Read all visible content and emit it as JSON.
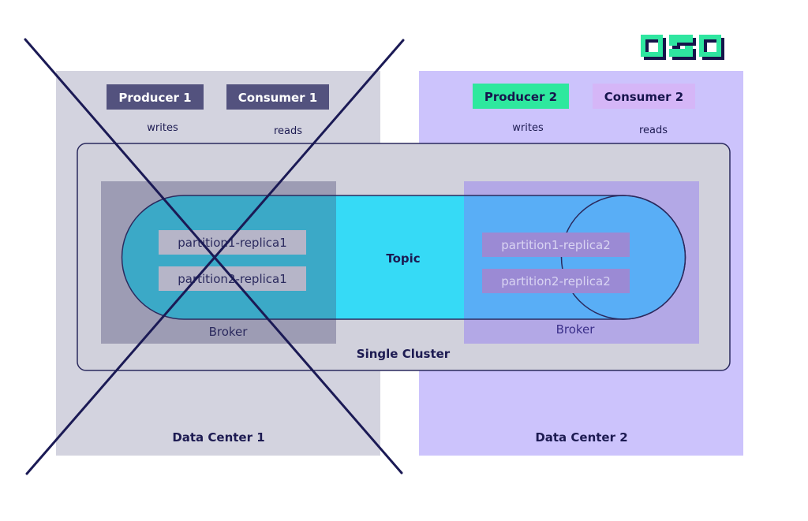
{
  "logo": {
    "text": "OSO",
    "colors": {
      "top": "#2fe6a0",
      "shadow": "#16144a"
    }
  },
  "data_centers": [
    {
      "label": "Data Center 1",
      "status": "failed",
      "producer": {
        "label": "Producer 1",
        "action": "writes"
      },
      "consumer": {
        "label": "Consumer 1",
        "action": "reads"
      },
      "broker": {
        "label": "Broker",
        "partitions": [
          "partition1-replica1",
          "partition2-replica1"
        ]
      },
      "colors": {
        "background": "#d3d3df",
        "client_box": "#53527e",
        "client_text": "#ffffff",
        "broker": "#9d9cb4",
        "partition_box": "#b6b5c8",
        "partition_text": "#2b2a5e"
      }
    },
    {
      "label": "Data Center 2",
      "status": "active",
      "producer": {
        "label": "Producer 2",
        "action": "writes"
      },
      "consumer": {
        "label": "Consumer 2",
        "action": "reads"
      },
      "broker": {
        "label": "Broker",
        "partitions": [
          "partition1-replica2",
          "partition2-replica2"
        ]
      },
      "colors": {
        "background": "#ccc3fc",
        "producer_box": "#2ee89e",
        "consumer_box": "#d5b6f7",
        "client_text": "#17154d",
        "broker": "#b3a8e6",
        "partition_box": "#9b8ad4",
        "partition_text": "#d9d4f2"
      }
    }
  ],
  "cluster": {
    "label": "Single Cluster",
    "topic_label": "Topic",
    "colors": {
      "background": "#d1d1dc",
      "border": "#2b2a5e",
      "topic": "#36daf6",
      "topic_dc1": "#3ba9c7",
      "topic_dc2": "#59aef6"
    }
  },
  "failure_mark": {
    "type": "cross",
    "target": "Data Center 1",
    "color": "#1b1a55"
  },
  "text_color": "#1d1b52"
}
